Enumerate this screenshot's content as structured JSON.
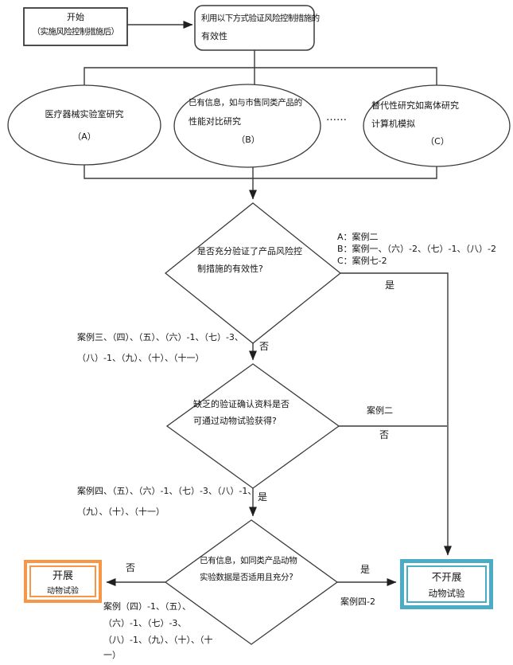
{
  "colors": {
    "do_box_border": "#F79646",
    "dont_box_border": "#4BACC6",
    "line": "#3A3A3A"
  },
  "nodes": {
    "start": {
      "line1": "开始",
      "line2": "（实施风险控制措施后）"
    },
    "verify": {
      "line1": "利用以下方式验证风险控制措施的",
      "line2": "有效性"
    },
    "ellipse_a": {
      "line1": "医疗器械实验室研究",
      "tag": "（A）"
    },
    "ellipse_b": {
      "line1": "已有信息，如与市售同类产品的",
      "line2": "性能对比研究",
      "tag": "（B）"
    },
    "ellipse_c": {
      "line1": "替代性研究如离体研究",
      "line2": "计算机模拟",
      "tag": "（C）"
    },
    "ellipsis": "……",
    "decision1": {
      "line1": "是否充分验证了产品风险控",
      "line2": "制措施的有效性?"
    },
    "decision2": {
      "line1": "缺乏的验证确认资料是否",
      "line2": "可通过动物试验获得?"
    },
    "decision3": {
      "line1": "已有信息，如同类产品动物",
      "line2": "实验数据是否适用且充分?"
    },
    "do_test": {
      "line1": "开展",
      "line2": "动物试验"
    },
    "dont_test": {
      "line1": "不开展",
      "line2": "动物试验"
    }
  },
  "labels": {
    "d1_yes": "是",
    "d1_no": "否",
    "d2_no": "否",
    "d2_yes": "是",
    "d3_no": "否",
    "d3_yes": "是"
  },
  "notes": {
    "abc": {
      "a": "A：案例二",
      "b": "B：案例一、（六）-2、（七）-1、（八）-2",
      "c": "C：案例七-2"
    },
    "d1_no_cases": {
      "line1": "案例三、（四）、（五）、（六）-1、（七）-3、",
      "line2": "（八）-1、（九）、（十）、（十一）"
    },
    "d2_no_case": "案例二",
    "d2_yes_cases": {
      "line1": "案例四、（五）、（六）-1、（七）-3、（八）-1、",
      "line2": "（九）、（十）、（十一）"
    },
    "d3_no_cases": {
      "line1": "案例（四）-1、（五）、",
      "line2": "（六）-1、（七）-3、",
      "line3": "（八）-1、（九）、（十）、（十",
      "line4": "一）"
    },
    "d3_yes_case": "案例四-2"
  }
}
